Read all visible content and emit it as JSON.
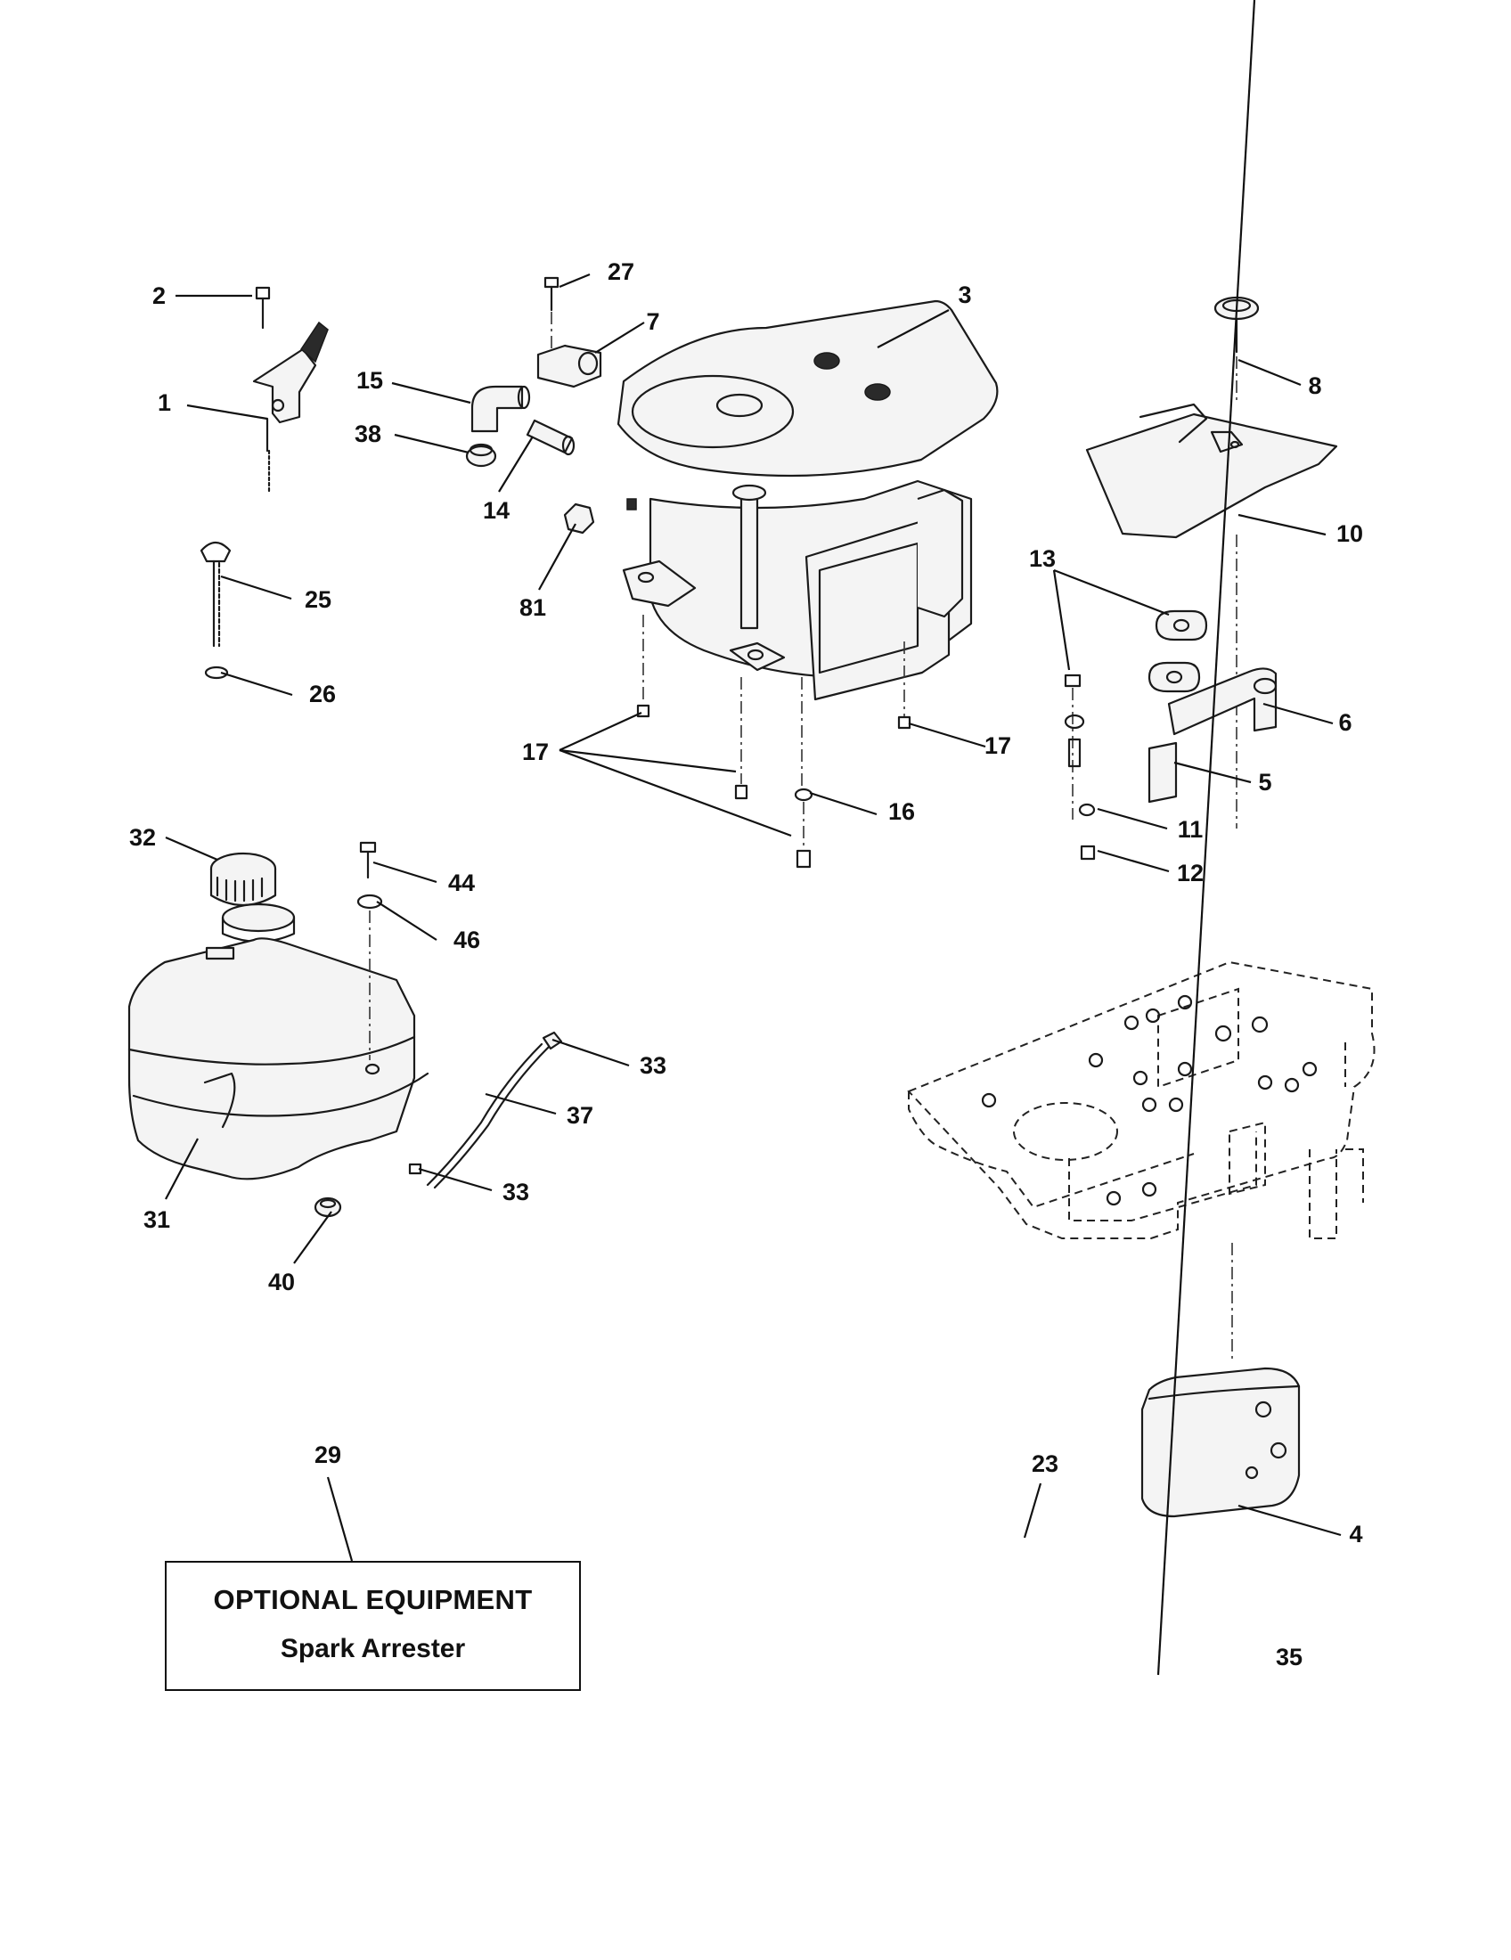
{
  "callouts": {
    "c1": "1",
    "c2": "2",
    "c3": "3",
    "c4": "4",
    "c5": "5",
    "c6": "6",
    "c7": "7",
    "c8": "8",
    "c10": "10",
    "c11": "11",
    "c12": "12",
    "c13": "13",
    "c14": "14",
    "c15": "15",
    "c16": "16",
    "c17a": "17",
    "c17b": "17",
    "c23": "23",
    "c25": "25",
    "c26": "26",
    "c27": "27",
    "c29": "29",
    "c31": "31",
    "c32": "32",
    "c33a": "33",
    "c33b": "33",
    "c35": "35",
    "c37": "37",
    "c38": "38",
    "c40": "40",
    "c44": "44",
    "c46": "46",
    "c81": "81"
  },
  "optional_equipment": {
    "title": "OPTIONAL EQUIPMENT",
    "item": "Spark Arrester"
  }
}
